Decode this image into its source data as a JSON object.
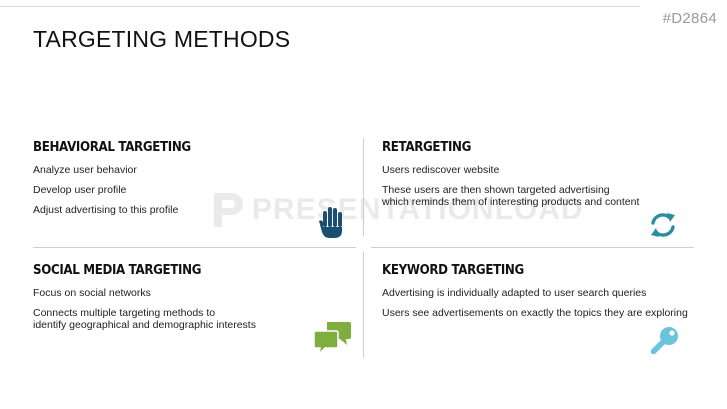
{
  "slide": {
    "code": "#D2864",
    "title": "TARGETING METHODS",
    "watermark": "PRESENTATIONLOAD"
  },
  "quadrants": [
    {
      "heading": "BEHAVIORAL TARGETING",
      "lines": [
        "Analyze user behavior",
        "Develop user profile",
        "Adjust advertising to this profile"
      ],
      "icon": "hand-icon",
      "icon_color": "#1b4f72"
    },
    {
      "heading": "RETARGETING",
      "lines": [
        "Users rediscover website",
        "These users are then shown targeted advertising",
        "which reminds them of interesting products and content"
      ],
      "icon": "refresh-icon",
      "icon_color": "#2b8ea0"
    },
    {
      "heading": "SOCIAL MEDIA TARGETING",
      "lines": [
        "Focus on social networks",
        "Connects multiple targeting methods to",
        "identify geographical and demographic interests"
      ],
      "icon": "chat-bubbles-icon",
      "icon_color": "#7fae3f"
    },
    {
      "heading": "KEYWORD TARGETING",
      "lines": [
        "Advertising is individually adapted to user search queries",
        "Users see advertisements on exactly the topics they are exploring"
      ],
      "icon": "key-icon",
      "icon_color": "#6cc3dc"
    }
  ]
}
